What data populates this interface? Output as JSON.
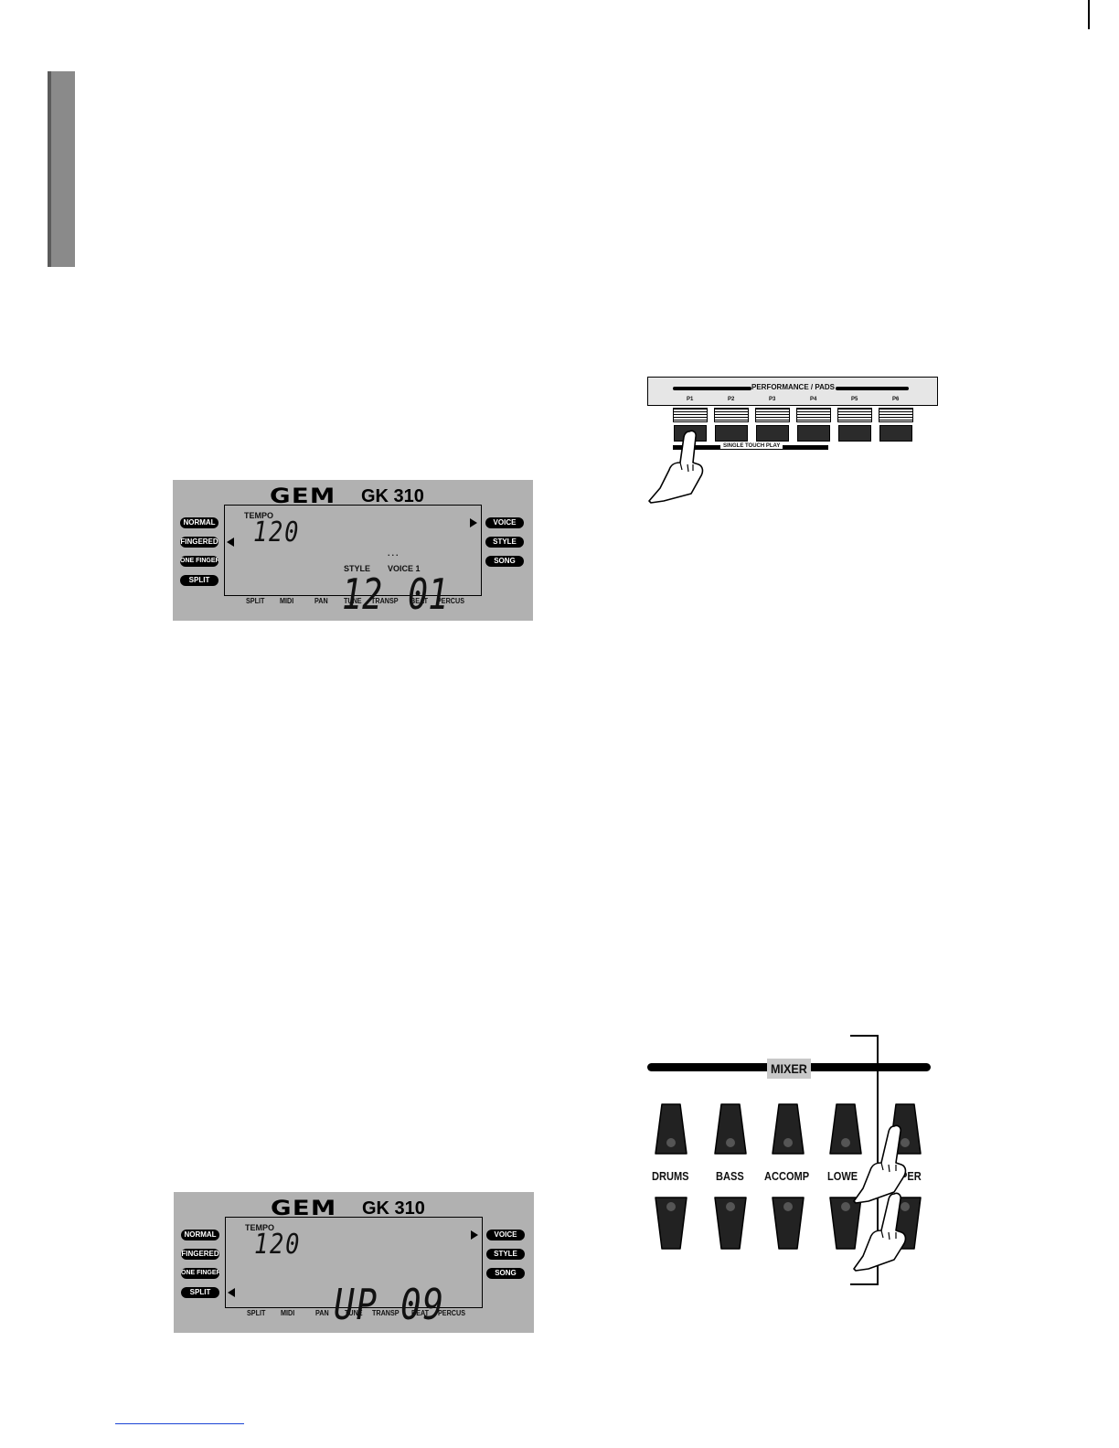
{
  "lcd_1": {
    "brand": "GEM",
    "model": "GK 310",
    "tempo_label": "TEMPO",
    "tempo_value": "120",
    "dots": "...",
    "style_label": "STYLE",
    "voice_label": "VOICE 1",
    "style_number": "12",
    "voice_number": "01",
    "left_buttons": [
      "NORMAL",
      "FINGERED",
      "ONE FINGER",
      "SPLIT"
    ],
    "right_buttons": [
      "VOICE",
      "STYLE",
      "SONG"
    ],
    "bottom_labels": [
      "SPLIT",
      "MIDI",
      "PAN",
      "TUNE",
      "TRANSP",
      "BEAT",
      "PERCUS"
    ]
  },
  "lcd_2": {
    "brand": "GEM",
    "model": "GK 310",
    "tempo_label": "TEMPO",
    "tempo_value": "120",
    "readout": "UP 09",
    "left_buttons": [
      "NORMAL",
      "FINGERED",
      "ONE FINGER",
      "SPLIT"
    ],
    "right_buttons": [
      "VOICE",
      "STYLE",
      "SONG"
    ],
    "bottom_labels": [
      "SPLIT",
      "MIDI",
      "PAN",
      "TUNE",
      "TRANSP",
      "BEAT",
      "PERCUS"
    ]
  },
  "pads": {
    "title": "PERFORMANCE / PADS",
    "labels": [
      "P1",
      "P2",
      "P3",
      "P4",
      "P5",
      "P6"
    ],
    "single_touch": "SINGLE TOUCH PLAY"
  },
  "mixer": {
    "title": "MIXER",
    "channels": [
      "DRUMS",
      "BASS",
      "ACCOMP",
      "LOWE",
      "PER"
    ]
  },
  "colors": {
    "lcd_bg": "#b1b1b1",
    "side_tab": "#8a8a8a",
    "footer_rule": "#1b45d6"
  }
}
